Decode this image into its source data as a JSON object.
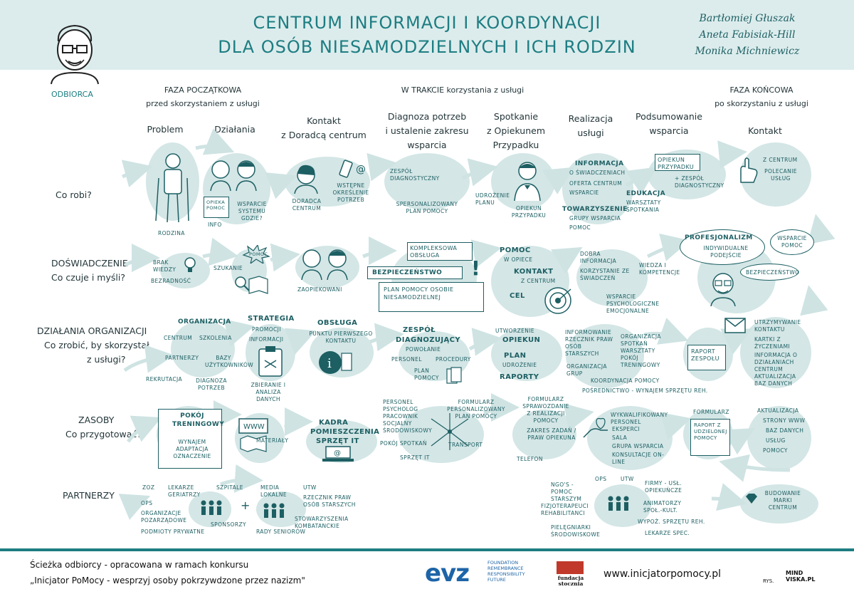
{
  "header": {
    "title_line1": "CENTRUM INFORMACJI I KOORDYNACJI",
    "title_line2": "DLA OSÓB NIESAMODZIELNYCH I ICH RODZIN",
    "authors": [
      "Bartłomiej Głuszak",
      "Aneta Fabisiak-Hill",
      "Monika Michniewicz"
    ]
  },
  "recipient_label": "ODBIORCA",
  "phases": {
    "start": {
      "title": "FAZA POCZĄTKOWA",
      "subtitle": "przed skorzystaniem z usługi"
    },
    "during": {
      "title": "W TRAKCIE korzystania z usługi"
    },
    "end": {
      "title": "FAZA KOŃCOWA",
      "subtitle": "po skorzystaniu z usługi"
    }
  },
  "columns": {
    "problem": "Problem",
    "dzialania": "Działania",
    "kontakt1": "Kontakt",
    "kontakt2": "z Doradcą centrum",
    "diag1": "Diagnoza potrzeb",
    "diag2": "i ustalenie zakresu",
    "diag3": "wsparcia",
    "spot1": "Spotkanie",
    "spot2": "z Opiekunem",
    "spot3": "Przypadku",
    "real1": "Realizacja",
    "real2": "usługi",
    "pods1": "Podsumowanie",
    "pods2": "wsparcia",
    "kont_end": "Kontakt"
  },
  "rows": {
    "co_robi": "Co robi?",
    "dosw1": "DOŚWIADCZENIE",
    "dosw2": "Co czuje i myśli?",
    "dzial1": "DZIAŁANIA ORGANIZACJI",
    "dzial2": "Co zrobić, by skorzystał",
    "dzial3": "z usługi?",
    "zas1": "ZASOBY",
    "zas2": "Co przygotować?",
    "partn": "PARTNERZY"
  },
  "row1": {
    "rodzina": "RODZINA",
    "opieka_pomoc": "OPIEKA POMOC",
    "info": "INFO",
    "wsparcie": "WSPARCIE SYSTEMU GDZIE?",
    "doradca": "DORADCA CENTRUM",
    "wstepne": "WSTĘPNE OKREŚLENIE POTRZEB",
    "zespol_diag": "ZESPÓŁ DIAGNOSTYCZNY",
    "spersonalizowany": "SPERSONALIZOWANY PLAN POMOCY",
    "udrozenie": "UDROŻENIE PLANU",
    "opiekun_przyp": "OPIEKUN PRZYPADKU",
    "informacja": "INFORMACJA",
    "o_swiadczeniach": "O ŚWIADCZENIACH",
    "oferta": "OFERTA CENTRUM",
    "wsparcie_r": "WSPARCIE",
    "edukacja": "EDUKACJA",
    "warsztaty": "WARSZTATY SPOTKANIA",
    "towarzyszenie": "TOWARZYSZENIE",
    "grupy": "GRUPY WSPARCIA",
    "pomoc": "POMOC",
    "opiekun_box": "OPIEKUN PRZYPADKU",
    "plus_zespol": "+ ZESPÓŁ DIAGNOSTYCZNY",
    "z_centrum": "Z CENTRUM",
    "polecanie": "POLECANIE USŁUG"
  },
  "row2": {
    "brak_wiedzy": "BRAK WIEDZY",
    "bezradnosc": "BEZRADNOŚĆ",
    "szukanie": "SZUKANIE",
    "pomoc": "POMOC",
    "zaopiekowani": "ZAOPIEKOWANI",
    "kompleksowa": "KOMPLEKSOWA OBSŁUGA",
    "bezpieczenstwo": "BEZPIECZEŃSTWO",
    "plan_pomocy": "PLAN POMOCY OSOBIE NIESAMODZIELNEJ",
    "pomoc_w_opiece": "POMOC",
    "w_opiece": "W OPIECE",
    "kontakt": "KONTAKT",
    "z_centrum": "Z CENTRUM",
    "cel": "CEL",
    "dobra_info": "DOBRA INFORMACJA",
    "korzystanie": "KORZYSTANIE ZE ŚWIADCZEŃ",
    "wiedza": "WIEDZA I KOMPETENCJE",
    "wsparcie_psych": "WSPARCIE PSYCHOLOGICZNE EMOCJONALNE",
    "profesjonalizm": "PROFESJONALIZM",
    "indywidualne": "INDYWIDUALNE PODEJŚCIE",
    "wsparcie_pomoc": "WSPARCIE POMOC",
    "bezpieczenstwo2": "BEZPIECZEŃSTWO"
  },
  "row3": {
    "organizacja": "ORGANIZACJA",
    "centrum": "CENTRUM",
    "szkolenia": "SZKOLENIA",
    "partnerzy": "PARTNERZY",
    "bazy": "BAZY UŻYTKOWNIKÓW",
    "rekrutacja": "REKRUTACJA",
    "diagnoza": "DIAGNOZA POTRZEB",
    "strategia": "STRATEGIA",
    "promocji": "PROMOCJI",
    "informacji": "INFORMACJI",
    "zbieranie": "ZBIERANIE I ANALIZA DANYCH",
    "obsluga": "OBSŁUGA",
    "punktu": "PUNKTU PIERWSZEGO KONTAKTU",
    "zespol": "ZESPÓŁ",
    "diagnozujacy": "DIAGNOZUJĄCY",
    "powolanie": "POWOŁANIE",
    "personel": "PERSONEL",
    "procedury": "PROCEDURY",
    "plan_pomocy": "PLAN POMOCY",
    "utworzenie": "UTWORZENIE",
    "opiekun": "OPIEKUN",
    "plan": "PLAN",
    "udrozenie": "UDROŻENIE",
    "raporty": "RAPORTY",
    "informowanie": "INFORMOWANIE RZECZNIK PRAW OSÓB STARSZYCH",
    "organizacja_sp": "ORGANIZACJA SPOTKAŃ WARSZTATY POKÓJ TRENINGOWY",
    "organizacja_grup": "ORGANIZACJA GRUP",
    "koordynacja": "KOORDYNACJA POMOCY",
    "posrednictwo": "POŚREDNICTWO - WYNAJEM SPRZĘTU REH.",
    "raport": "RAPORT ZESPOŁU",
    "utrzymywanie": "UTRZYMYWANIE KONTAKTU",
    "kartki": "KARTKI Z ŻYCZENIAMI",
    "informacja_cent": "INFORMACJA O DZIAŁANIACH CENTRUM",
    "aktualizacja": "AKTUALIZACJA BAZ DANYCH"
  },
  "row4": {
    "pokoj": "POKÓJ TRENINGOWY",
    "wynajem": "WYNAJEM ADAPTACJA OZNACZENIE",
    "www": "WWW",
    "materialy": "MATERIAŁY",
    "kadra": "KADRA",
    "pomieszczenia": "POMIESZCZENIA",
    "sprzet_it": "SPRZĘT IT",
    "personel": "PERSONEL PSYCHOLOG PRACOWNIK SOCJALNY ŚRODOWISKOWY",
    "formularz": "FORMULARZ PERSONALIZOWANY PLAN POMOCY",
    "pokoj_spotkan": "POKÓJ SPOTKAŃ",
    "transport": "TRANSPORT",
    "sprzet_it2": "SPRZĘT IT",
    "formularz_spr": "FORMULARZ SPRAWOZDANIE Z REALIZACJI POMOCY",
    "zakres": "ZAKRES ZADAŃ / PRAW OPIEKUNA",
    "telefon": "TELEFON",
    "wykwalifikowany": "WYKWALIFIKOWANY PERSONEL",
    "eksperci": "EKSPERCI",
    "sala": "SALA",
    "grupa": "GRUPA WSPARCIA",
    "konsultacje": "KONSULTACJE ON-LINE",
    "formularz2": "FORMULARZ",
    "raport_udzielonej": "RAPORT Z UDZIELONEJ POMOCY",
    "aktualizacja": "AKTUALIZACJA",
    "strony": "STRONY WWW",
    "baz": "BAZ DANYCH",
    "uslug": "USŁUG",
    "pomocy": "POMOCY"
  },
  "row5": {
    "zoz": "ZOZ",
    "lekarze": "LEKARZE GERIATRZY",
    "szpitale": "SZPITALE",
    "ops": "OPS",
    "organizacje": "ORGANIZACJE POZARZĄDOWE",
    "podmioty": "PODMIOTY PRYWATNE",
    "sponsorzy": "SPONSORZY",
    "media": "MEDIA LOKALNE",
    "utw": "UTW",
    "rzecznik": "RZECZNIK PRAW OSÓB STARSZYCH",
    "stowarzyszenia": "STOWARZYSZENIA KOMBATANCKIE",
    "rady": "RADY SENIORÓW",
    "ngo": "NGO'S - POMOC STARSZYM",
    "ops2": "OPS",
    "utw2": "UTW",
    "firmy": "FIRMY - USŁ. OPIEKUŃCZE",
    "fizjo": "FIZJOTERAPEUCI REHABILITANCI",
    "animatorzy": "ANIMATORZY SPOŁ.-KULT.",
    "pielegniarki": "PIELĘGNIARKI ŚRODOWISKOWE",
    "wypoz": "WYPOŻ. SPRZĘTU REH.",
    "lekarze_spec": "LEKARZE SPEC.",
    "budowanie": "BUDOWANIE MARKI CENTRUM"
  },
  "footer": {
    "line1": "Ścieżka odbiorcy - opracowana w ramach konkursu",
    "line2": "„Inicjator PoMocy - wesprzyj osoby pokrzywdzone przez nazizm\"",
    "evz": "evz",
    "evz_sub": "FOUNDATION REMEMBRANCE RESPONSIBILITY FUTURE",
    "fundacja": "fundacja stocznia",
    "url": "www.inicjatorpomocy.pl",
    "rys": "RYS.",
    "mindviska": "MIND VISKA.PL"
  },
  "colors": {
    "teal": "#1d7d82",
    "dark": "#1d5f63",
    "blob": "#d4e6e6",
    "band": "#dcecec",
    "evz_blue": "#1d64a8",
    "red": "#c0392b"
  }
}
